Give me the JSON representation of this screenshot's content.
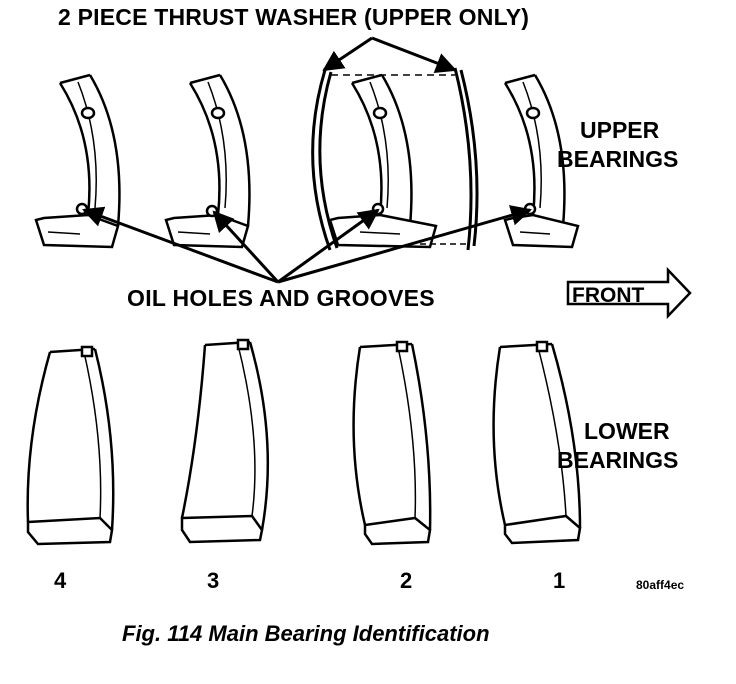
{
  "labels": {
    "thrust_washer": "2 PIECE THRUST WASHER (UPPER ONLY)",
    "upper_line1": "UPPER",
    "upper_line2": "BEARINGS",
    "oil_holes": "OIL HOLES AND GROOVES",
    "front": "FRONT",
    "lower_line1": "LOWER",
    "lower_line2": "BEARINGS"
  },
  "positions": [
    "4",
    "3",
    "2",
    "1"
  ],
  "figure_code": "80aff4ec",
  "caption": "Fig. 114 Main Bearing Identification"
}
